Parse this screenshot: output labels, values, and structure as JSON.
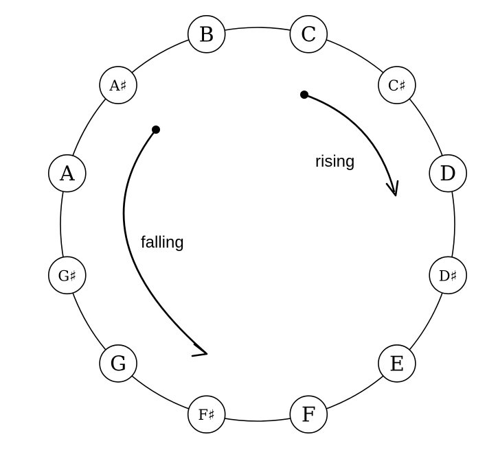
{
  "notes": [
    "C",
    "C#",
    "D",
    "D#",
    "E",
    "F",
    "F#",
    "G",
    "G#",
    "A",
    "A#",
    "B"
  ],
  "notes_display": [
    "C",
    "C♯",
    "D",
    "D♯",
    "E",
    "F",
    "F♯",
    "G",
    "G♯",
    "A",
    "A♯",
    "B"
  ],
  "arrows": {
    "rising": {
      "label": "rising"
    },
    "falling": {
      "label": "falling"
    }
  }
}
